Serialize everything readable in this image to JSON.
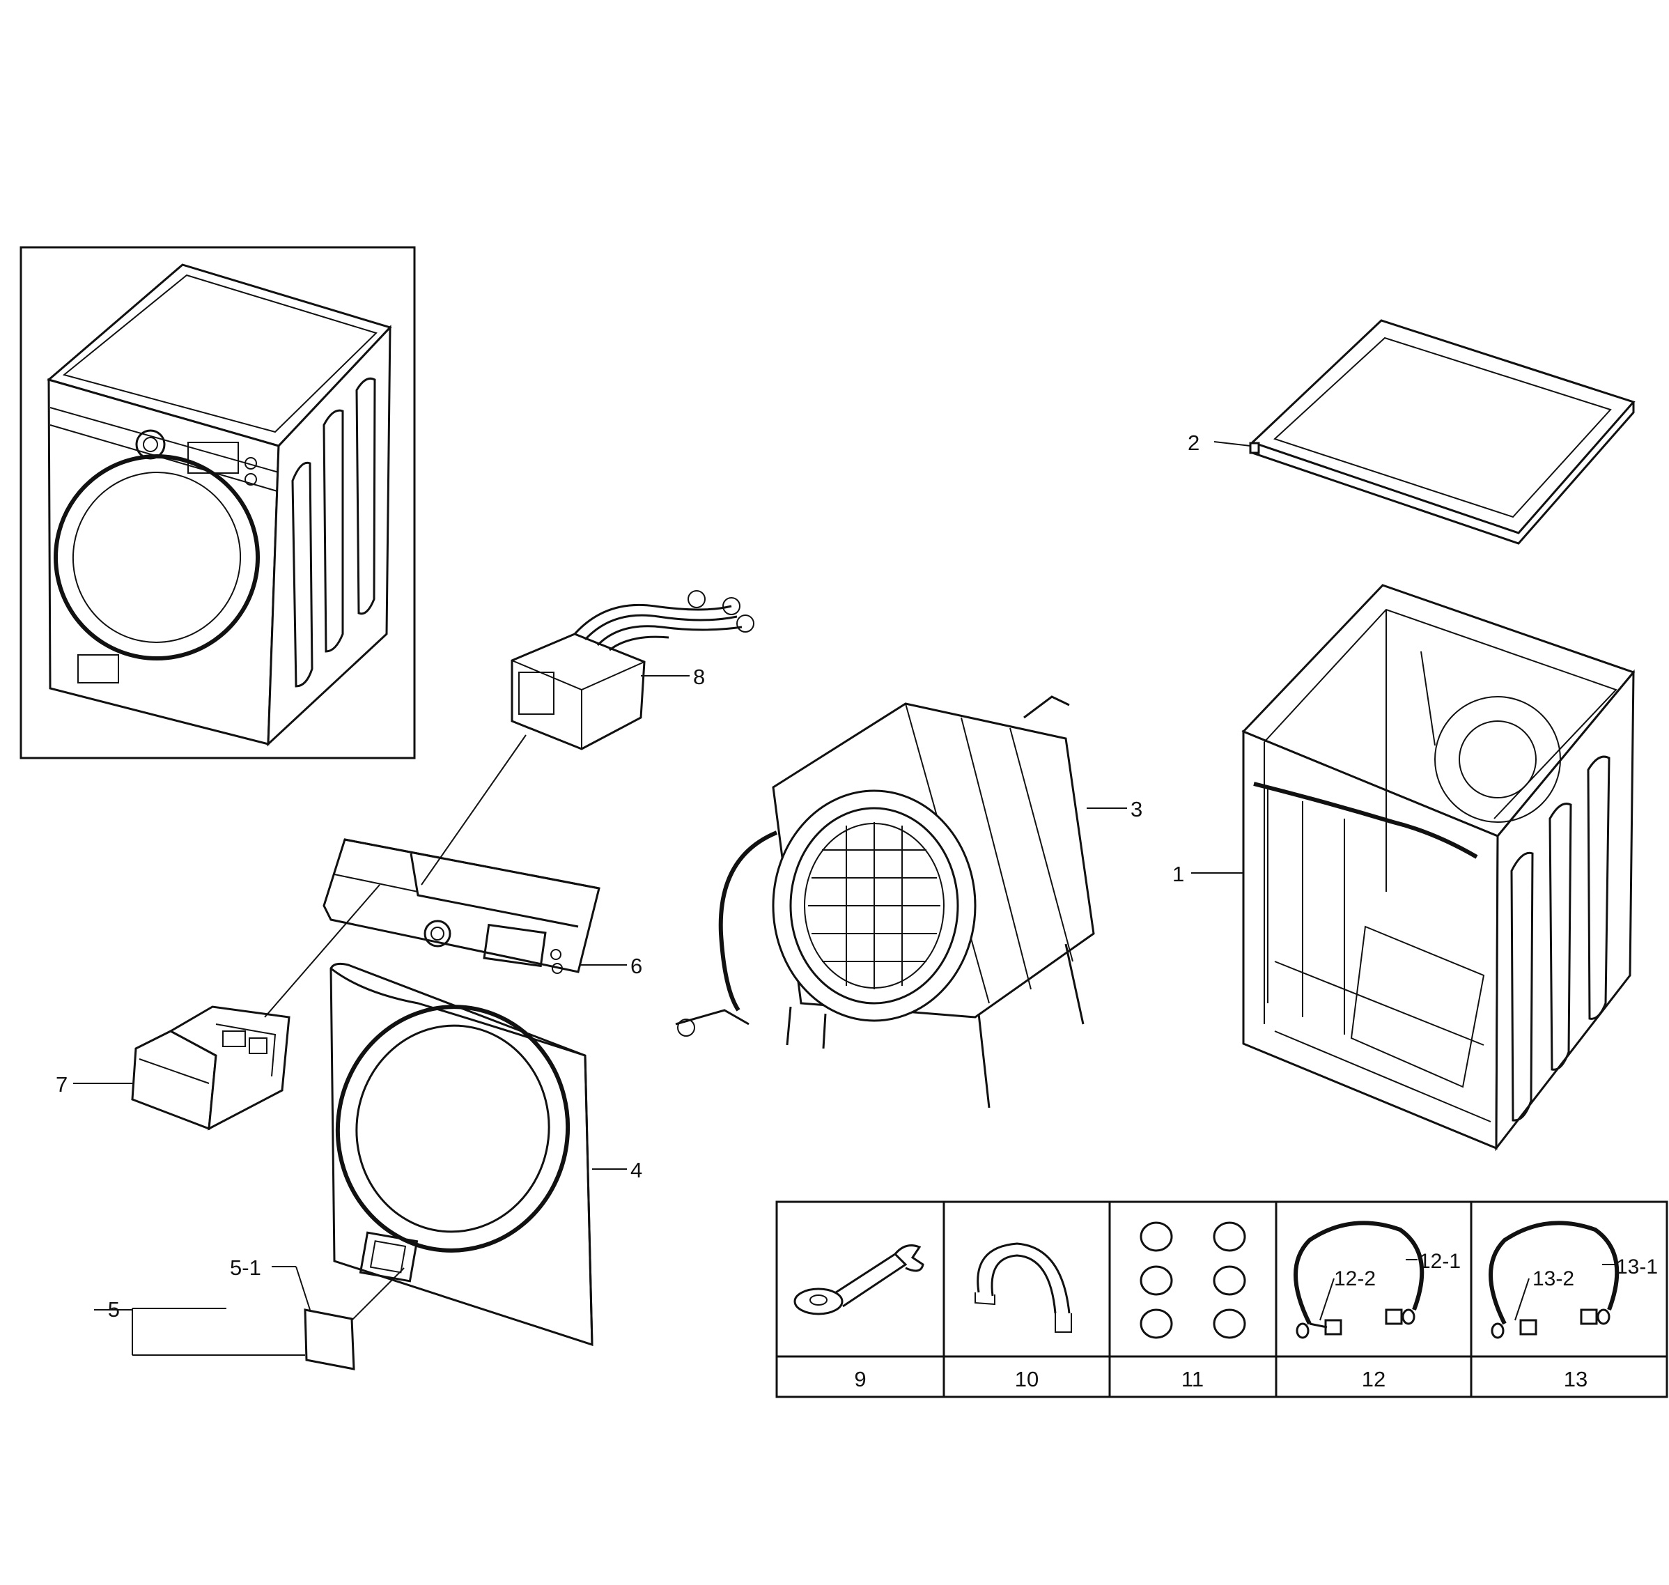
{
  "callouts": {
    "c1": "1",
    "c2": "2",
    "c3": "3",
    "c4": "4",
    "c5": "5",
    "c5_1": "5-1",
    "c6": "6",
    "c7": "7",
    "c8": "8"
  },
  "accessories": {
    "cells": [
      {
        "label": "9"
      },
      {
        "label": "10"
      },
      {
        "label": "11"
      },
      {
        "label": "12",
        "sub_a": "12-1",
        "sub_b": "12-2"
      },
      {
        "label": "13",
        "sub_a": "13-1",
        "sub_b": "13-2"
      }
    ]
  }
}
